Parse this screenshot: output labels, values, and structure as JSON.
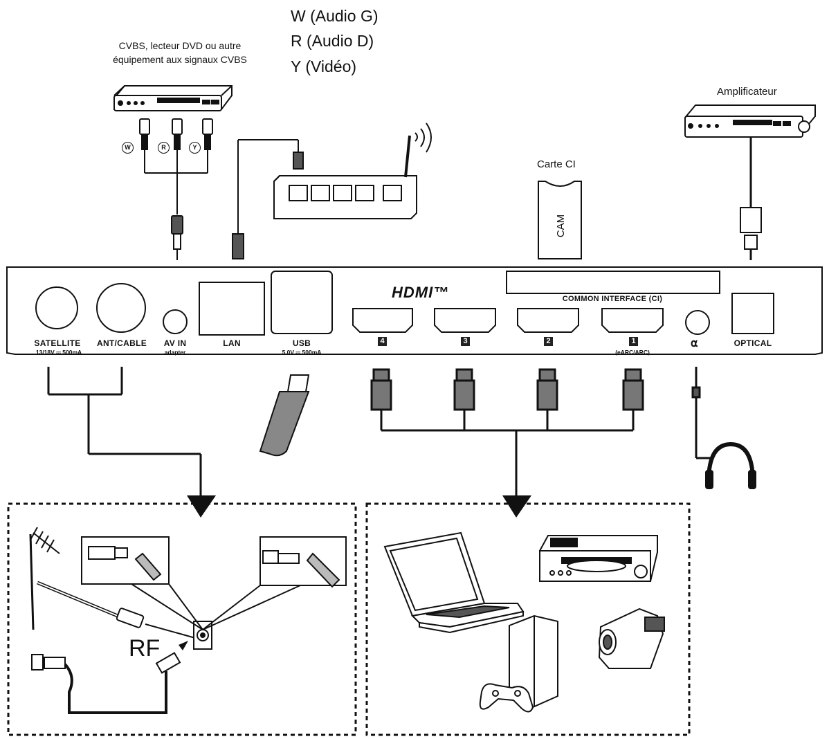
{
  "legend": {
    "white": "W (Audio G)",
    "red": "R (Audio D)",
    "yellow": "Y (Vidéo)"
  },
  "devices": {
    "cvbs_source": "CVBS, lecteur DVD ou autre équipement aux signaux CVBS",
    "amplifier": "Amplificateur",
    "ci_card": "Carte CI",
    "cam": "CAM"
  },
  "rca_markers": [
    "W",
    "R",
    "Y"
  ],
  "panel": {
    "satellite": "SATELLITE",
    "satellite_spec": "13/18V ⎓ 500mA",
    "ant_cable": "ANT/CABLE",
    "av_in": "AV IN",
    "av_in_sub": "adapter",
    "lan": "LAN",
    "usb": "USB",
    "usb_spec": "5.0V ⎓ 500mA",
    "hdmi_logo": "HDMI™",
    "common_interface": "COMMON INTERFACE (CI)",
    "hdmi_ports": [
      "4",
      "3",
      "2",
      "1"
    ],
    "earc": "(eARC/ARC)",
    "optical": "OPTICAL"
  },
  "rf_label": "RF",
  "colors": {
    "line": "#111111",
    "panel_bg": "#ffffff",
    "accent": "#222222"
  }
}
